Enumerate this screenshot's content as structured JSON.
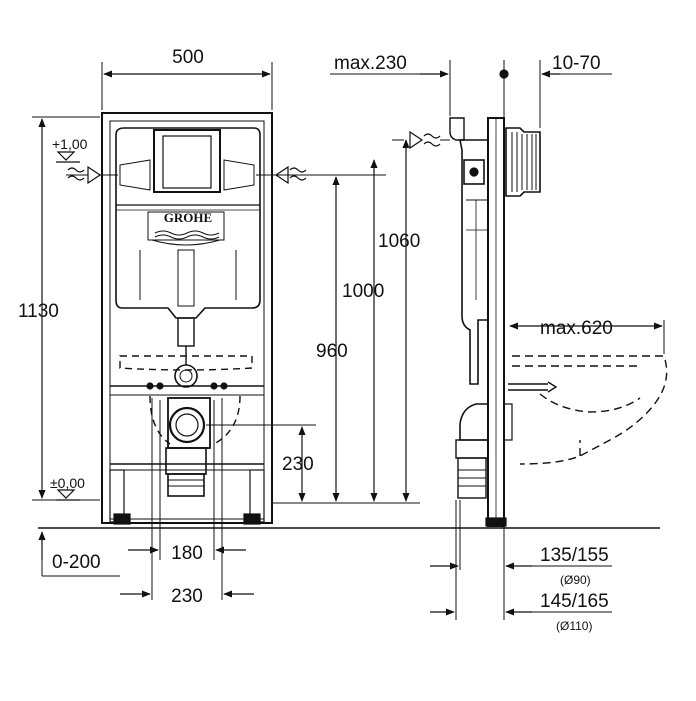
{
  "brand": {
    "logo_text": "GROHE"
  },
  "front_view": {
    "width_total": "500",
    "height_total": "1130",
    "level_top": "+1,00",
    "level_bottom": "±0,00",
    "dim_960": "960",
    "dim_1000": "1000",
    "dim_1060": "1060",
    "dim_230_height": "230",
    "dim_0_200": "0-200",
    "dim_180": "180",
    "dim_230_width": "230"
  },
  "side_view": {
    "max_230": "max.230",
    "range_10_70": "10-70",
    "max_620": "max.620",
    "d135_155": "135/155",
    "d135_155_sub": "(Ø90)",
    "d145_165": "145/165",
    "d145_165_sub": "(Ø110)"
  }
}
